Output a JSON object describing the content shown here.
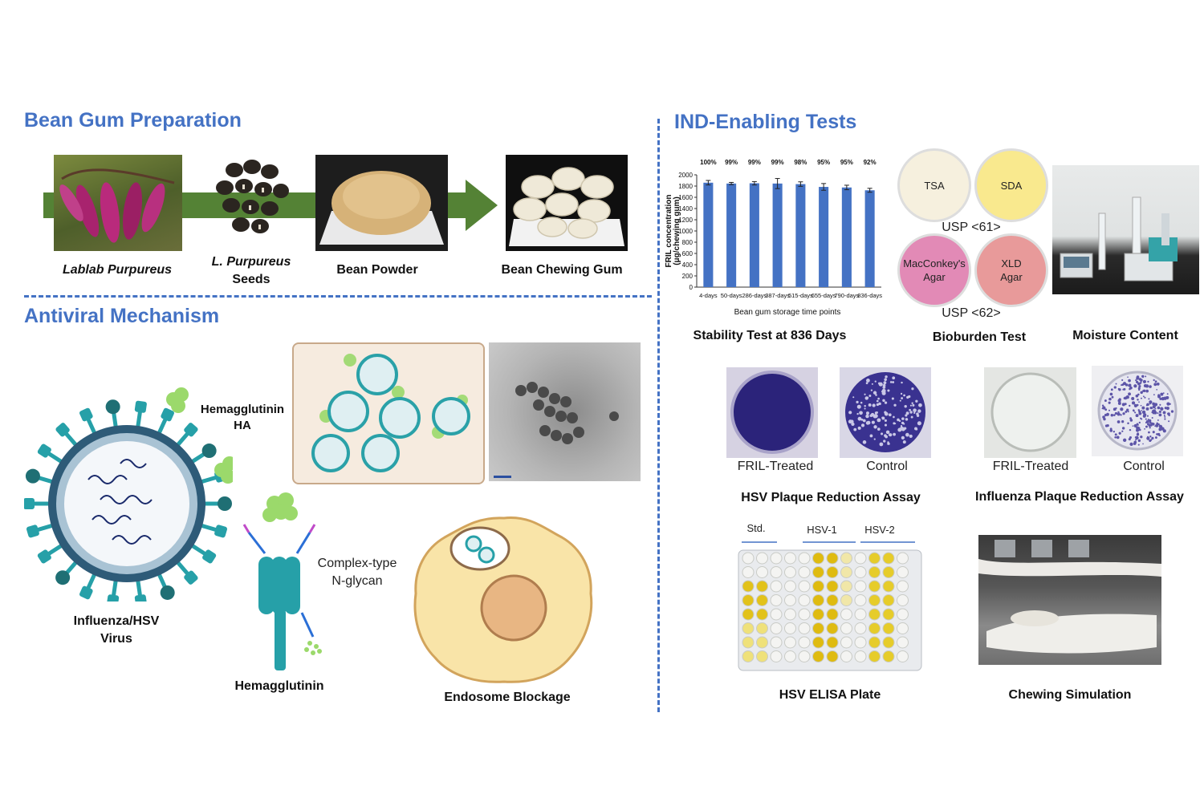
{
  "sections": {
    "bean_gum": "Bean Gum Preparation",
    "antiviral": "Antiviral Mechanism",
    "ind": "IND-Enabling Tests"
  },
  "prep_steps": {
    "lablab": "Lablab Purpureus",
    "seeds_1": "L. Purpureus",
    "seeds_2": "Seeds",
    "powder": "Bean Powder",
    "gum": "Bean Chewing Gum"
  },
  "mechanism": {
    "ha_line1": "Hemagglutinin",
    "ha_line2": "HA",
    "virus_line1": "Influenza/HSV",
    "virus_line2": "Virus",
    "glycan_line1": "Complex-type",
    "glycan_line2": "N-glycan",
    "hemagglutinin": "Hemagglutinin",
    "endosome": "Endosome Blockage"
  },
  "tests": {
    "stability_caption": "Stability Test at 836 Days",
    "bioburden_caption": "Bioburden Test",
    "moisture_caption": "Moisture Content",
    "usp61": "USP <61>",
    "usp62": "USP <62>",
    "dish_tsa": "TSA",
    "dish_sda": "SDA",
    "dish_mac_1": "MacConkey's",
    "dish_mac_2": "Agar",
    "dish_xld_1": "XLD",
    "dish_xld_2": "Agar",
    "hsv_treated": "FRIL-Treated",
    "hsv_control": "Control",
    "hsv_caption": "HSV Plaque Reduction Assay",
    "flu_treated": "FRIL-Treated",
    "flu_control": "Control",
    "flu_caption": "Influenza Plaque Reduction Assay",
    "elisa_std": "Std.",
    "elisa_hsv1": "HSV-1",
    "elisa_hsv2": "HSV-2",
    "elisa_caption": "HSV ELISA Plate",
    "chewing_caption": "Chewing Simulation"
  },
  "colors": {
    "accent": "#4472c4",
    "arrow": "#548235",
    "bar": "#4472c4",
    "virus": "#26a0a8",
    "glycan": "#9bd96b"
  },
  "chart_data": {
    "type": "bar",
    "categories": [
      "4-days",
      "50-days",
      "286-days",
      "387-days",
      "515-days",
      "655-days",
      "790-days",
      "836-days"
    ],
    "values": [
      1860,
      1845,
      1850,
      1845,
      1835,
      1785,
      1775,
      1725
    ],
    "errors": [
      40,
      20,
      30,
      90,
      40,
      60,
      40,
      35
    ],
    "data_labels": [
      "100%",
      "99%",
      "99%",
      "99%",
      "98%",
      "95%",
      "95%",
      "92%"
    ],
    "ylim": [
      0,
      2000
    ],
    "yticks": [
      "0",
      "200",
      "400",
      "600",
      "800",
      "1000",
      "1200",
      "1400",
      "1600",
      "1800",
      "2000"
    ],
    "ylabel_1": "FRIL concentration",
    "ylabel_2": "(μg/chewing gum)",
    "xlabel": "Bean gum storage time points",
    "grid": false
  }
}
